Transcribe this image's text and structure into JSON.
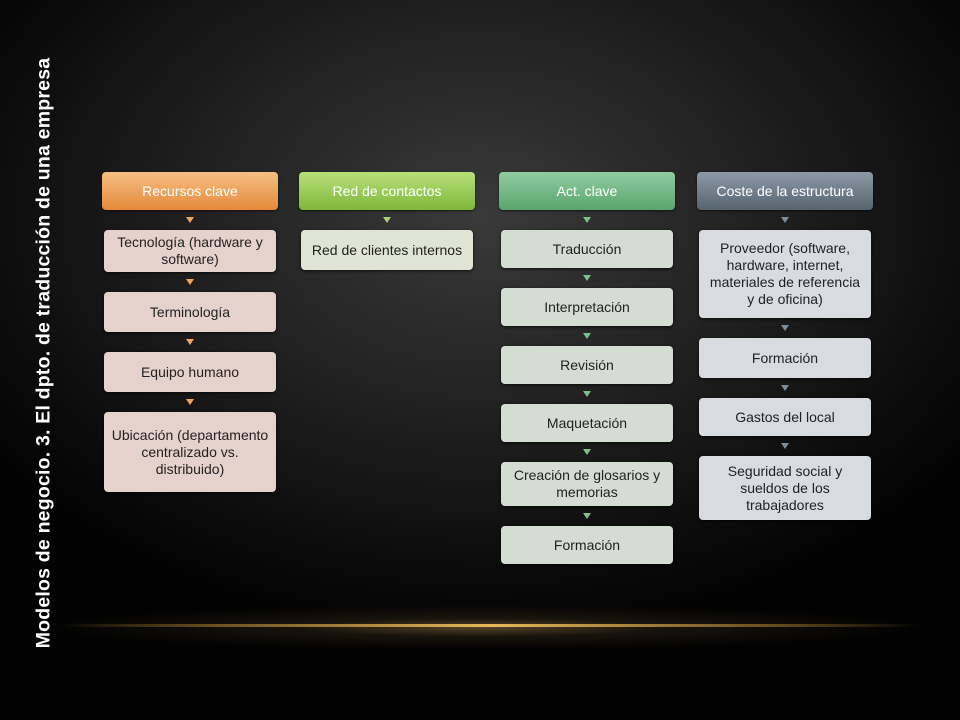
{
  "slide": {
    "title": "Modelos de negocio. 3. El dpto. de traducción de una empresa"
  },
  "columns": [
    {
      "header": "Recursos clave",
      "color": "#e48a3a",
      "items": [
        "Tecnología (hardware y software)",
        "Terminología",
        "Equipo humano",
        "Ubicación (departamento centralizado vs. distribuido)"
      ]
    },
    {
      "header": "Red de contactos",
      "color": "#7eb83a",
      "items": [
        "Red de clientes internos"
      ]
    },
    {
      "header": "Act. clave",
      "color": "#5aa56e",
      "items": [
        "Traducción",
        "Interpretación",
        "Revisión",
        "Maquetación",
        "Creación de glosarios y memorias",
        "Formación"
      ]
    },
    {
      "header": "Coste de la estructura",
      "color": "#55646f",
      "items": [
        "Proveedor (software, hardware, internet, materiales de referencia y de oficina)",
        "Formación",
        "Gastos del local",
        "Seguridad social y sueldos de los trabajadores"
      ]
    }
  ]
}
